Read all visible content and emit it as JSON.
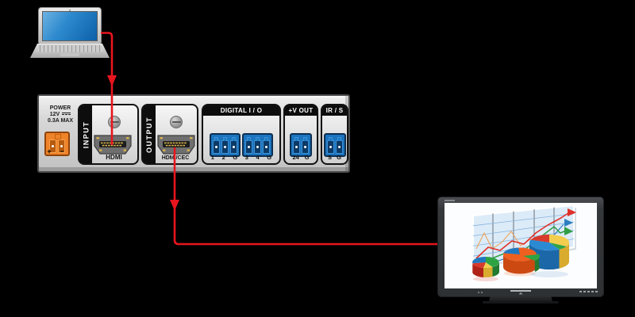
{
  "rear_panel": {
    "power": {
      "title": "POWER",
      "voltage": "12V",
      "current": "0.3A MAX",
      "plus": "+",
      "minus": "−"
    },
    "input": {
      "side_label": "INPUT",
      "port_label": "HDMI"
    },
    "output": {
      "side_label": "OUTPUT",
      "port_label": "HDMI/CEC"
    },
    "digital_io": {
      "header": "DIGITAL I / O",
      "pins": [
        "1",
        "2",
        "G",
        "3",
        "4",
        "G"
      ]
    },
    "v_out": {
      "header": "+V OUT",
      "pins": [
        "24",
        "G"
      ]
    },
    "ir_s": {
      "header": "IR / S",
      "pins": [
        "S",
        "G"
      ]
    }
  },
  "connection": {
    "source": "laptop",
    "through": "hdmi-input-to-hdmi-output",
    "sink": "flat-panel-display"
  },
  "icons": {
    "laptop-icon": "silver laptop with blue screen, CSS shapes",
    "screw-icon": "slotted panel screw, CSS circle with slot",
    "hdmi-port-icon": "HDMI receptacle with gold pins, inline SVG",
    "power-terminal-block-icon": "2-pin orange euroblock connector, CSS",
    "terminal-block-icon": "blue euroblock connector pins, CSS",
    "dc-voltage-icon": "solid line over dashed line (DC symbol), CSS",
    "cable-arrow-icon": "red downward arrowhead on signal cable, SVG polygon",
    "display-icon": "black bezel monitor showing 3D business chart, CSS + SVG",
    "business-chart-graphic": "decorative 3D pie/line chart artwork, inline SVG"
  },
  "colors": {
    "background": "#000000",
    "cable_red": "#e8151e",
    "terminal_blue": "#1b74bf",
    "power_orange": "#ef8329",
    "panel_gray": "#d8d8d8",
    "laptop_screen_blue": "#2e8ace",
    "display_bezel": "#35383b"
  }
}
